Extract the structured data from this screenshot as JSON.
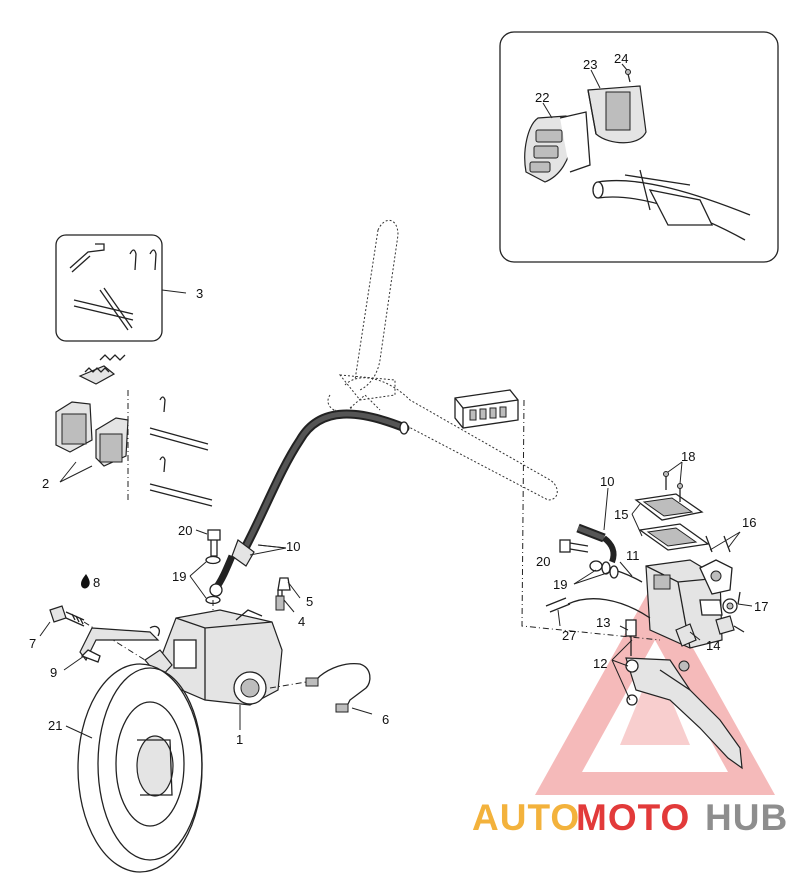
{
  "callouts": [
    {
      "id": "c1",
      "label": "1"
    },
    {
      "id": "c2",
      "label": "2"
    },
    {
      "id": "c3",
      "label": "3"
    },
    {
      "id": "c4",
      "label": "4"
    },
    {
      "id": "c5",
      "label": "5"
    },
    {
      "id": "c6",
      "label": "6"
    },
    {
      "id": "c7",
      "label": "7"
    },
    {
      "id": "c8",
      "label": "8"
    },
    {
      "id": "c9",
      "label": "9"
    },
    {
      "id": "c10a",
      "label": "10"
    },
    {
      "id": "c10b",
      "label": "10"
    },
    {
      "id": "c11",
      "label": "11"
    },
    {
      "id": "c12",
      "label": "12"
    },
    {
      "id": "c13",
      "label": "13"
    },
    {
      "id": "c14",
      "label": "14"
    },
    {
      "id": "c15",
      "label": "15"
    },
    {
      "id": "c16",
      "label": "16"
    },
    {
      "id": "c17",
      "label": "17"
    },
    {
      "id": "c18",
      "label": "18"
    },
    {
      "id": "c19a",
      "label": "19"
    },
    {
      "id": "c19b",
      "label": "19"
    },
    {
      "id": "c20a",
      "label": "20"
    },
    {
      "id": "c20b",
      "label": "20"
    },
    {
      "id": "c21",
      "label": "21"
    },
    {
      "id": "c22",
      "label": "22"
    },
    {
      "id": "c23",
      "label": "23"
    },
    {
      "id": "c24",
      "label": "24"
    },
    {
      "id": "c27",
      "label": "27"
    }
  ],
  "watermark": {
    "part1": "AUTO",
    "part2": "MOTO",
    "part3": "HUB",
    "colors": {
      "auto": "#f3b23c",
      "moto": "#e23a3a",
      "hub": "#8e8e8e",
      "triangle": "#e23a3a"
    }
  },
  "icons": {
    "fluid_drop": "oil-drop-icon",
    "tool_mark": "tool-mark-icon"
  }
}
